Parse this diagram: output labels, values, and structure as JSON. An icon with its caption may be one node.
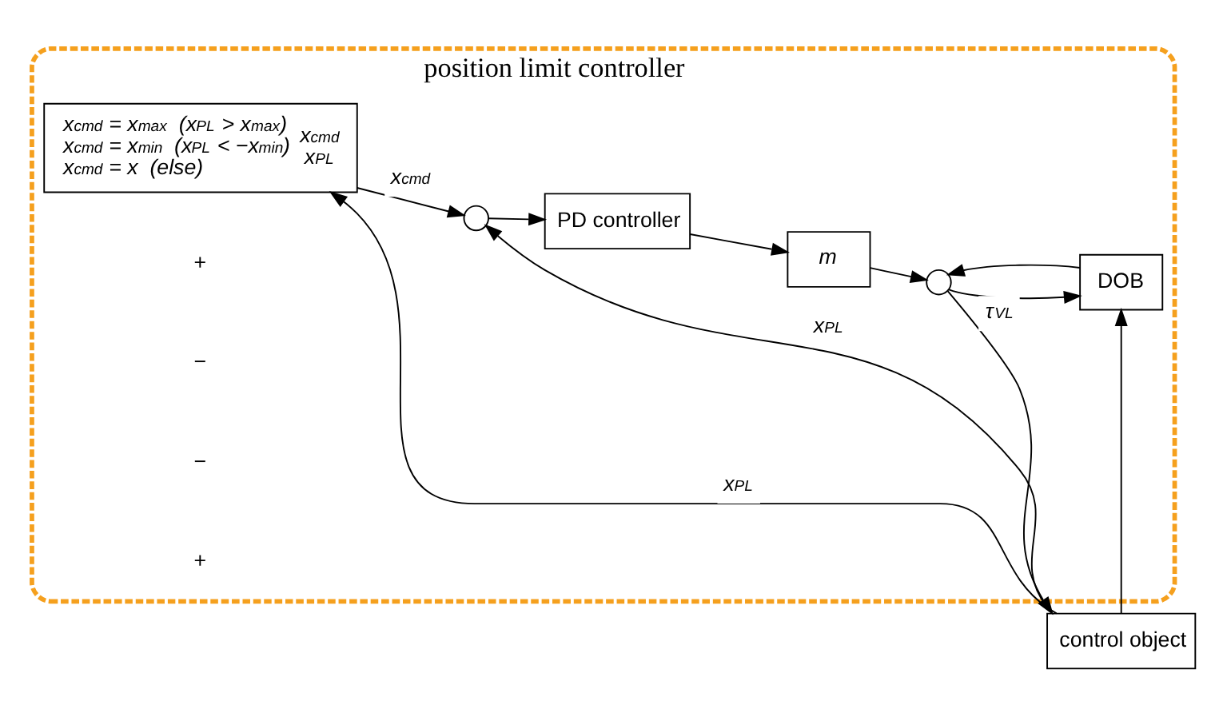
{
  "diagram": {
    "nodes": [
      {
        "text": [
          "position limit controller"
        ]
      },
      {
        "text": [],
        "shape": "circle",
        "in": 0
      },
      {
        "text": [
          "PD controller"
        ],
        "in": 0
      },
      {
        "text": [
          "m"
        ],
        "in": 0
      },
      {
        "text": [],
        "shape": "circle",
        "in": 0
      },
      {
        "text": [
          "DOB"
        ],
        "in": 0
      },
      {
        "text": [
          "control object"
        ]
      },
      {
        "text": [
          "x$^{cmd}$ = x$^{max}$  (x$_{PL}$ > x$^{max}$)",
          "x$^{cmd}$ = x$^{min}$  (x$_{PL}$ < −x$^{min}$)",
          "x$^{cmd}$ = x  (else)",
          "x$^{cmd}$",
          "x$_{PL}$"
        ],
        "in": 0
      }
    ],
    "edges": [
      {
        "from": 7,
        "to": 1,
        "arrow": "to",
        "label": "x$^{cmd}$"
      },
      {
        "from": 1,
        "to": 2,
        "arrow": "to"
      },
      {
        "from": 2,
        "to": 3,
        "arrow": "to"
      },
      {
        "from": 3,
        "to": 4,
        "arrow": "to"
      },
      {
        "from": 4,
        "to": 6,
        "arrow": "to",
        "label": "τ$_{VL}$"
      },
      {
        "from": 4,
        "to": 5,
        "arrow": "to"
      },
      {
        "from": 5,
        "to": 4,
        "arrow": "to"
      },
      {
        "from": 6,
        "to": 5,
        "arrow": "to"
      },
      {
        "from": 6,
        "to": 1,
        "arrow": "to",
        "label": "x$_{PL}$"
      },
      {
        "from": 6,
        "to": 7,
        "arrow": "to",
        "label": "x$_{PL}$"
      }
    ],
    "labels": [
      "+",
      "−",
      "−",
      "+"
    ]
  }
}
